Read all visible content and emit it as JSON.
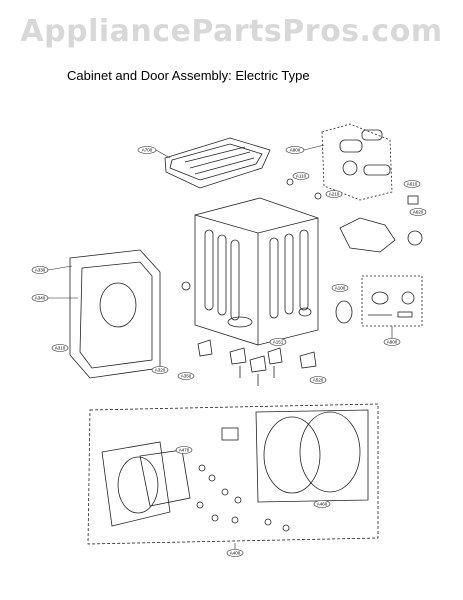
{
  "watermark": "AppliancePartsPros.com",
  "title": "Cabinet and Door Assembly: Electric Type",
  "callouts": [
    {
      "id": "c-top",
      "label": "A700"
    },
    {
      "id": "c-duct",
      "label": "A800"
    },
    {
      "id": "c-small",
      "label": "A110"
    },
    {
      "id": "c-mid",
      "label": "A210"
    },
    {
      "id": "c-r1",
      "label": "A610"
    },
    {
      "id": "c-r2",
      "label": "A620"
    },
    {
      "id": "c-hose",
      "label": "A900"
    },
    {
      "id": "c-cab",
      "label": "A100"
    },
    {
      "id": "c-cab2",
      "label": "A151"
    },
    {
      "id": "c-foot",
      "label": "A350"
    },
    {
      "id": "c-foot2",
      "label": "A520"
    },
    {
      "id": "c-pan1",
      "label": "A330"
    },
    {
      "id": "c-pan2",
      "label": "A340"
    },
    {
      "id": "c-pan3",
      "label": "A310"
    },
    {
      "id": "c-pan4",
      "label": "A320"
    },
    {
      "id": "c-door",
      "label": "A400"
    },
    {
      "id": "c-door2",
      "label": "A460"
    },
    {
      "id": "c-door3",
      "label": "A470"
    }
  ]
}
